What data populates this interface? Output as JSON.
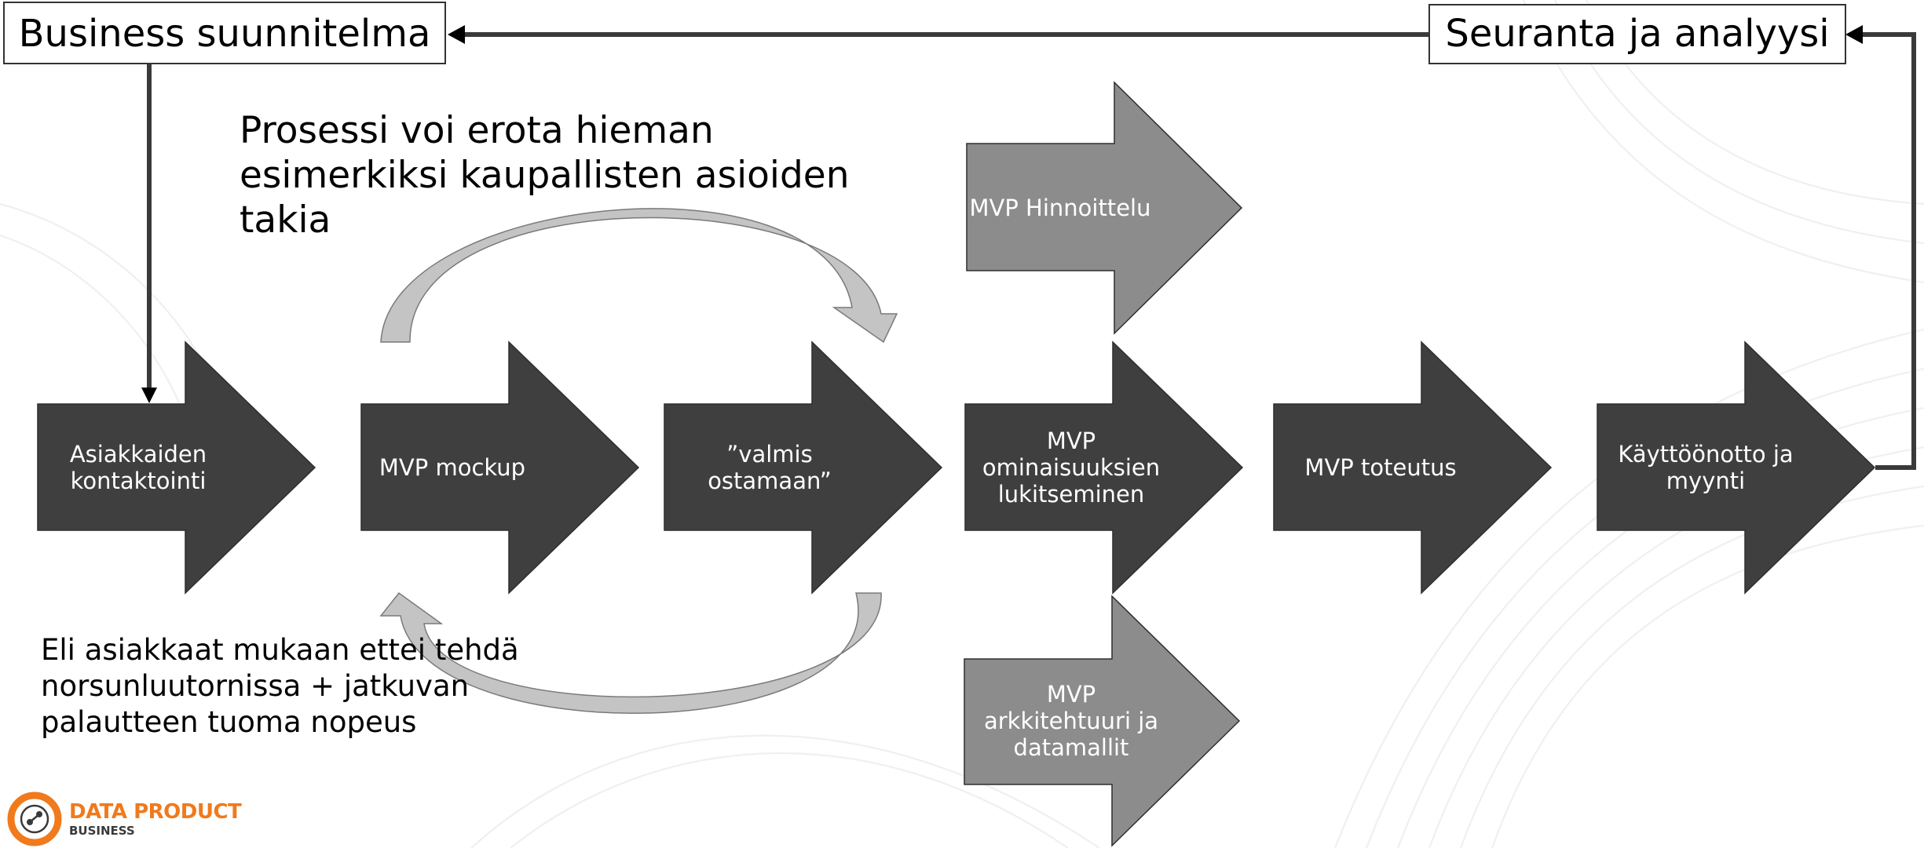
{
  "diagram": {
    "feedback_box_left": "Business suunnitelma",
    "feedback_box_right": "Seuranta ja analyysi",
    "steps": [
      {
        "id": "asiakkaiden-kontaktointi",
        "lines": [
          "Asiakkaiden",
          "kontaktointi"
        ]
      },
      {
        "id": "mvp-mockup",
        "lines": [
          "MVP mockup"
        ]
      },
      {
        "id": "valmis-ostamaan",
        "lines": [
          "”valmis",
          "ostamaan”"
        ]
      },
      {
        "id": "mvp-ominaisuuksien-lukitseminen",
        "lines": [
          "MVP",
          "ominaisuuksien",
          "lukitseminen"
        ]
      },
      {
        "id": "mvp-toteutus",
        "lines": [
          "MVP toteutus"
        ]
      },
      {
        "id": "kayttoonotto-ja-myynti",
        "lines": [
          "Käyttöönotto ja",
          "myynti"
        ]
      }
    ],
    "parallel_steps": [
      {
        "id": "mvp-hinnoittelu",
        "lines": [
          "MVP Hinnoittelu"
        ]
      },
      {
        "id": "mvp-arkkitehtuuri",
        "lines": [
          "MVP",
          "arkkitehtuuri ja",
          "datamallit"
        ]
      }
    ]
  },
  "notes": {
    "top": "Prosessi voi erota hieman esimerkiksi kaupallisten asioiden takia",
    "bottom": "Eli asiakkaat mukaan ettei tehdä norsunluutornissa + jatkuvan palautteen tuoma nopeus"
  },
  "logo": {
    "line1": "DATA PRODUCT",
    "line2": "BUSINESS"
  },
  "colors": {
    "dark_arrow": "#3f3f3f",
    "light_arrow": "#8c8c8c",
    "cycle_arrow": "#c4c4c4",
    "connector": "#3a3a3a",
    "brand_orange": "#f07a1c"
  }
}
